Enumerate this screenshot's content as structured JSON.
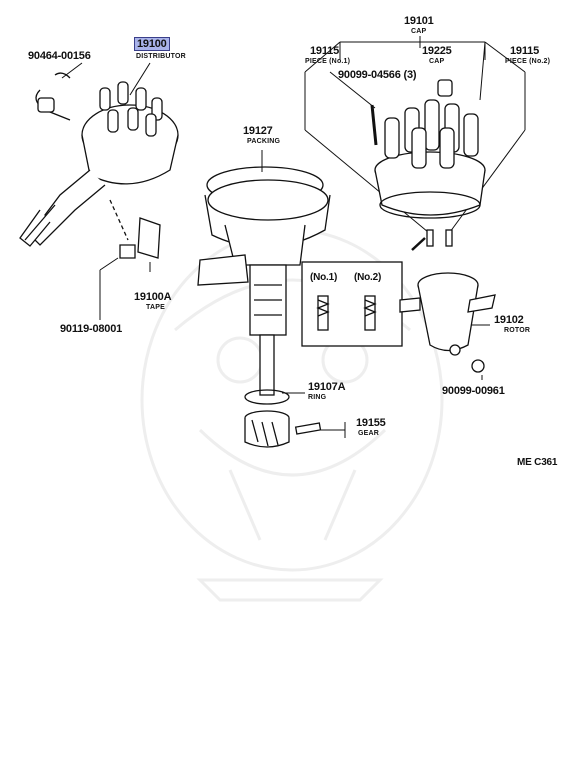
{
  "diagram": {
    "parts": [
      {
        "number": "90464-00156"
      },
      {
        "number": "19100",
        "name": "DISTRIBUTOR",
        "highlighted": true
      },
      {
        "number": "19101",
        "name": "CAP"
      },
      {
        "number": "19115",
        "name": "PIECE (No.1)"
      },
      {
        "number": "19225",
        "name": "CAP"
      },
      {
        "number": "19115",
        "name": "PIECE (No.2)"
      },
      {
        "number": "90099-04566",
        "qty": "(3)"
      },
      {
        "number": "19127",
        "name": "PACKING"
      },
      {
        "number": "19100A",
        "name": "TAPE"
      },
      {
        "number": "90119-08001"
      },
      {
        "number": "19102",
        "name": "ROTOR"
      },
      {
        "number": "90099-00961"
      },
      {
        "number": "19107A",
        "name": "RING"
      },
      {
        "number": "19155",
        "name": "GEAR"
      }
    ],
    "inset_labels": [
      "(No.1)",
      "(No.2)"
    ],
    "figure_code": "ME C361",
    "highlight_color": "#a9b3ea"
  }
}
